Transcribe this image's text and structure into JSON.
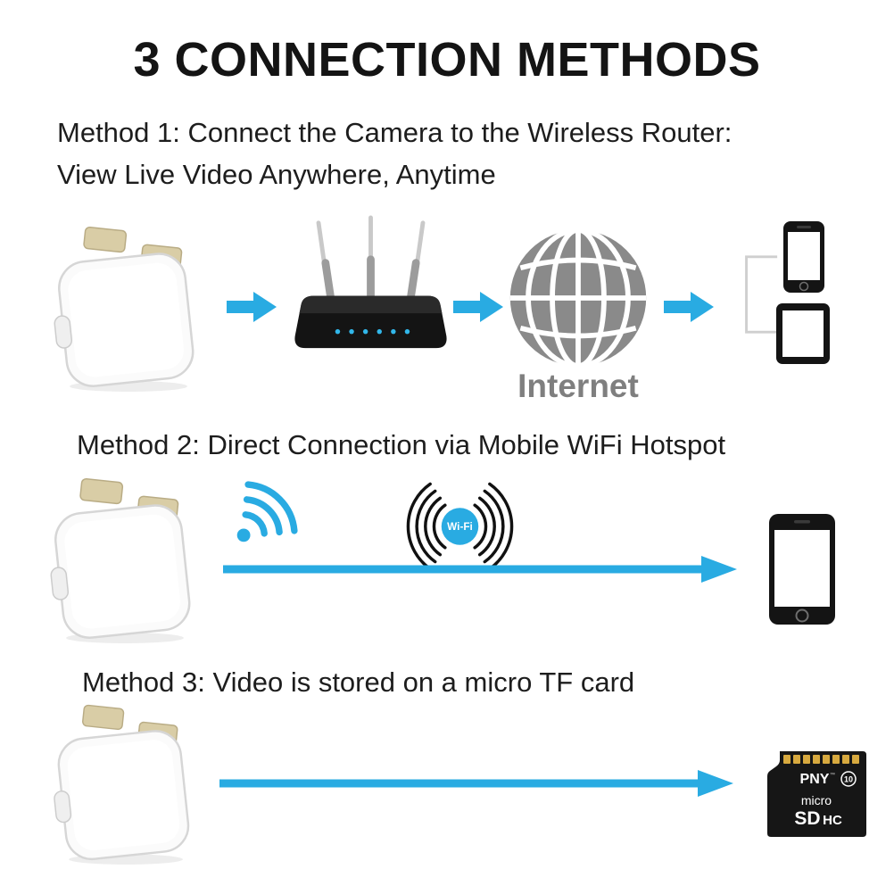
{
  "title": "3 CONNECTION METHODS",
  "colors": {
    "arrow_blue": "#29abe2",
    "globe_gray": "#8a8a8a",
    "heading_text": "#1d1d1d",
    "prong_tan": "#d9cda6",
    "device_black": "#141414",
    "sd_gold": "#d7a93f"
  },
  "methods": [
    {
      "heading_line1": "Method 1: Connect the Camera to the Wireless Router:",
      "heading_line2": "View Live Video Anywhere, Anytime",
      "internet_label": "Internet",
      "icons": [
        "camera-plug-icon",
        "arrow-right-icon",
        "wifi-router-icon",
        "arrow-right-icon",
        "internet-globe-icon",
        "arrow-right-icon",
        "smartphone-icon",
        "tablet-icon"
      ]
    },
    {
      "heading_line1": "Method 2: Direct Connection via Mobile WiFi Hotspot",
      "wifi_label": "Wi-Fi",
      "icons": [
        "camera-plug-icon",
        "wifi-waves-icon",
        "wifi-signal-icon",
        "long-arrow-right-icon",
        "smartphone-icon"
      ]
    },
    {
      "heading_line1": "Method 3: Video is stored on a micro TF card",
      "sd_card": {
        "brand": "PNY",
        "brand_mark": "™",
        "class_label": "10",
        "logo_micro": "micro",
        "logo_sd": "SD",
        "logo_hc": "HC"
      },
      "icons": [
        "camera-plug-icon",
        "long-arrow-right-icon",
        "micro-sd-card-icon"
      ]
    }
  ]
}
